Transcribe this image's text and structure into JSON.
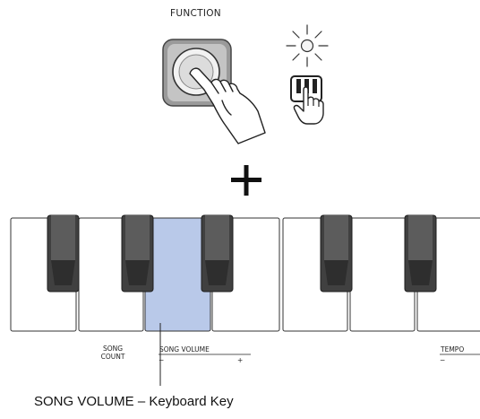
{
  "function_button": {
    "label": "FUNCTION"
  },
  "keyboard": {
    "highlight_color": "#b9c9e9",
    "labels": {
      "song_count_line1": "SONG",
      "song_count_line2": "COUNT",
      "song_volume": "SONG VOLUME",
      "song_volume_minus": "−",
      "song_volume_plus": "+",
      "tempo": "TEMPO",
      "tempo_minus": "−"
    }
  },
  "plus_sign": "+",
  "caption": "SONG VOLUME – Keyboard Key",
  "icons": {
    "button_press": "hand-pressing-button-icon",
    "lamp": "lamp-blinking-icon",
    "keyboard_press": "finger-pressing-keyboard-icon"
  }
}
